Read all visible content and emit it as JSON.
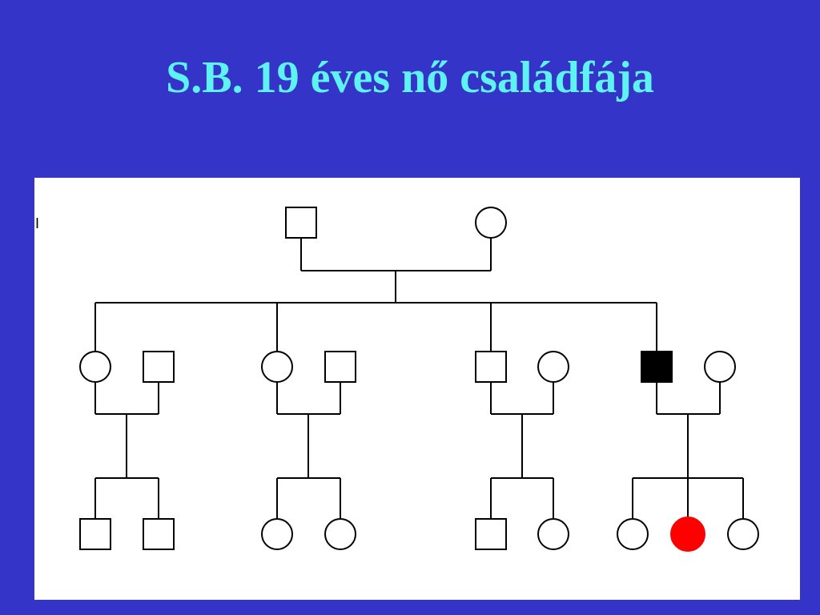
{
  "slide": {
    "title": "S.B. 19 éves nő családfája"
  },
  "pedigree": {
    "generation_label": "I",
    "colors": {
      "line": "#000000",
      "affected_male": "#000000",
      "proband": "#ff0000",
      "unaffected_fill": "#ffffff"
    },
    "individuals": [
      {
        "id": "I-1",
        "sex": "male",
        "affected": false
      },
      {
        "id": "I-2",
        "sex": "female",
        "affected": false
      },
      {
        "id": "II-1",
        "sex": "female",
        "affected": false
      },
      {
        "id": "II-2",
        "sex": "male",
        "affected": false,
        "spouse": true
      },
      {
        "id": "II-3",
        "sex": "female",
        "affected": false
      },
      {
        "id": "II-4",
        "sex": "male",
        "affected": false,
        "spouse": true
      },
      {
        "id": "II-5",
        "sex": "male",
        "affected": false
      },
      {
        "id": "II-6",
        "sex": "female",
        "affected": false,
        "spouse": true
      },
      {
        "id": "II-7",
        "sex": "male",
        "affected": true
      },
      {
        "id": "II-8",
        "sex": "female",
        "affected": false,
        "spouse": true
      },
      {
        "id": "III-1",
        "sex": "male",
        "affected": false
      },
      {
        "id": "III-2",
        "sex": "male",
        "affected": false
      },
      {
        "id": "III-3",
        "sex": "female",
        "affected": false
      },
      {
        "id": "III-4",
        "sex": "female",
        "affected": false
      },
      {
        "id": "III-5",
        "sex": "male",
        "affected": false
      },
      {
        "id": "III-6",
        "sex": "female",
        "affected": false
      },
      {
        "id": "III-7",
        "sex": "female",
        "affected": false
      },
      {
        "id": "III-8",
        "sex": "female",
        "affected": true,
        "proband": true
      },
      {
        "id": "III-9",
        "sex": "female",
        "affected": false
      }
    ]
  }
}
